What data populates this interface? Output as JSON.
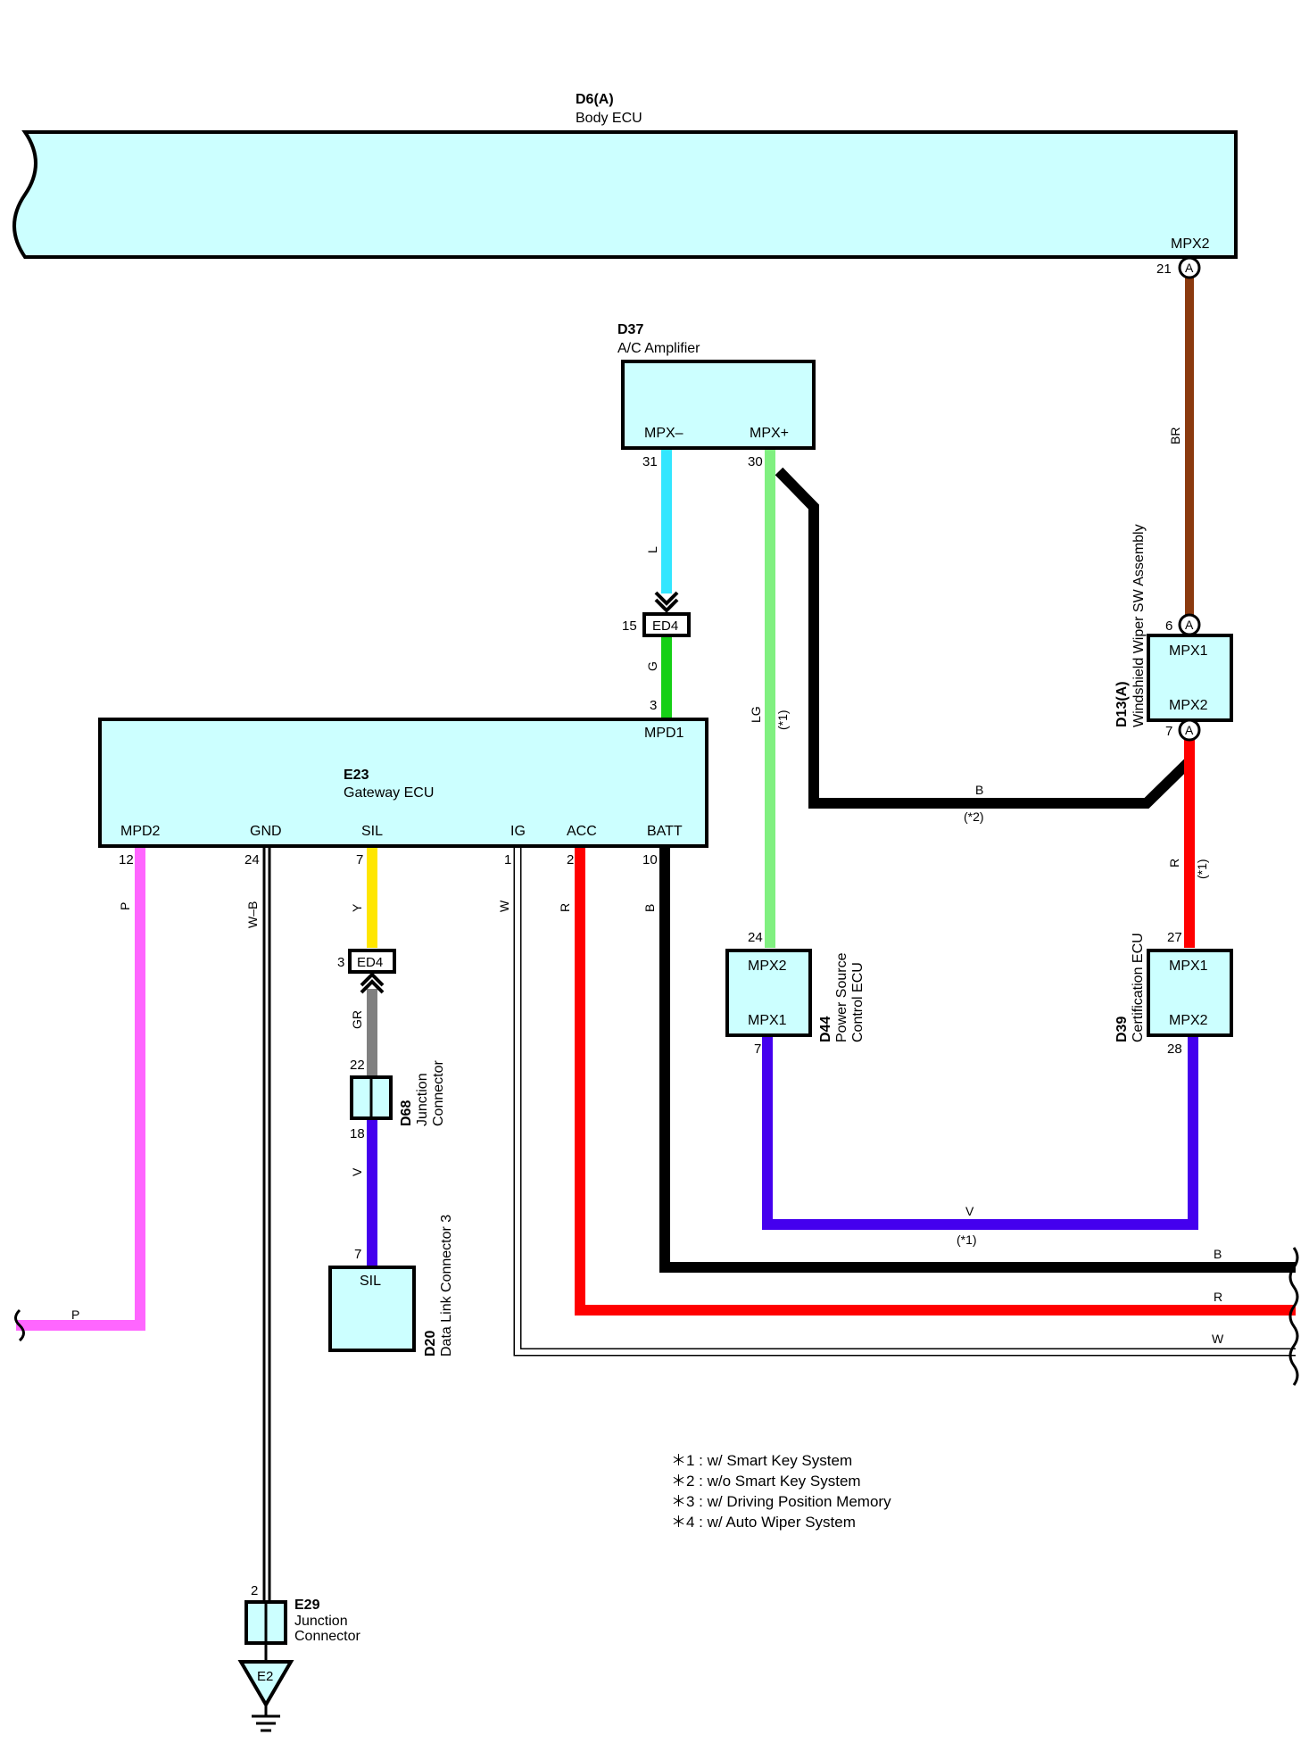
{
  "components": {
    "body_ecu": {
      "code": "D6(A)",
      "name": "Body ECU",
      "pins": {
        "mpx2": "MPX2"
      },
      "pin_numbers": {
        "mpx2": "21"
      }
    },
    "ac_amp": {
      "code": "D37",
      "name": "A/C Amplifier",
      "pins": {
        "mpx_minus": "MPX–",
        "mpx_plus": "MPX+"
      },
      "pin_numbers": {
        "mpx_minus": "31",
        "mpx_plus": "30"
      }
    },
    "gateway_ecu": {
      "code": "E23",
      "name": "Gateway ECU",
      "pins": {
        "mpd1": "MPD1",
        "mpd2": "MPD2",
        "gnd": "GND",
        "sil": "SIL",
        "ig": "IG",
        "acc": "ACC",
        "batt": "BATT"
      },
      "pin_numbers": {
        "mpd1": "3",
        "mpd2": "12",
        "gnd": "24",
        "sil": "7",
        "ig": "1",
        "acc": "2",
        "batt": "10"
      }
    },
    "wiper_sw": {
      "code": "D13(A)",
      "name": "Windshield Wiper SW Assembly",
      "pins": {
        "mpx1": "MPX1",
        "mpx2": "MPX2"
      },
      "pin_numbers": {
        "mpx1": "6",
        "mpx2": "7"
      }
    },
    "power_source": {
      "code": "D44",
      "name_line1": "Power Source",
      "name_line2": "Control ECU",
      "pins": {
        "mpx2": "MPX2",
        "mpx1": "MPX1"
      },
      "pin_numbers": {
        "mpx2": "24",
        "mpx1": "7"
      }
    },
    "cert_ecu": {
      "code": "D39",
      "name": "Certification ECU",
      "pins": {
        "mpx1": "MPX1",
        "mpx2": "MPX2"
      },
      "pin_numbers": {
        "mpx1": "27",
        "mpx2": "28"
      }
    },
    "junction_d68": {
      "code": "D68",
      "name_line1": "Junction",
      "name_line2": "Connector",
      "pin_numbers": {
        "top": "22",
        "bottom": "18"
      }
    },
    "dlc3": {
      "code": "D20",
      "name": "Data Link Connector 3",
      "pins": {
        "sil": "SIL"
      },
      "pin_numbers": {
        "sil": "7"
      }
    },
    "junction_e29": {
      "code": "E29",
      "name_line1": "Junction",
      "name_line2": "Connector",
      "pin_numbers": {
        "top": "2"
      }
    },
    "ground": {
      "code": "E2"
    }
  },
  "inline_connectors": {
    "ed4_upper": {
      "label": "ED4",
      "pin": "15"
    },
    "ed4_lower": {
      "label": "ED4",
      "pin": "3"
    }
  },
  "connector_markers": {
    "a": "A"
  },
  "wire_colors": {
    "BR": "#8b3a0f",
    "L": "#33e6ff",
    "G": "#16d016",
    "LG": "#80f080",
    "B": "#000000",
    "R": "#ff0000",
    "P": "#ff66ff",
    "Y": "#ffe600",
    "GR": "#808080",
    "V": "#4400ee",
    "W": "#ffffff"
  },
  "wire_labels": {
    "br": "BR",
    "l": "L",
    "g": "G",
    "lg": "LG",
    "lg_note": "(*1)",
    "b_mid": "B",
    "b_mid_note": "(*2)",
    "r_right": "R",
    "r_right_note": "(*1)",
    "p_vert": "P",
    "p_horiz": "P",
    "wb": "W–B",
    "y": "Y",
    "w_vert": "W",
    "r_vert": "R",
    "b_vert": "B",
    "gr": "GR",
    "v_left": "V",
    "v_bottom": "V",
    "v_bottom_note": "(*1)",
    "b_out": "B",
    "r_out": "R",
    "w_out": "W"
  },
  "notes": [
    "＊1 : w/ Smart Key System",
    "＊2 : w/o Smart Key System",
    "＊3 : w/ Driving Position Memory",
    "＊4 : w/ Auto Wiper System"
  ]
}
